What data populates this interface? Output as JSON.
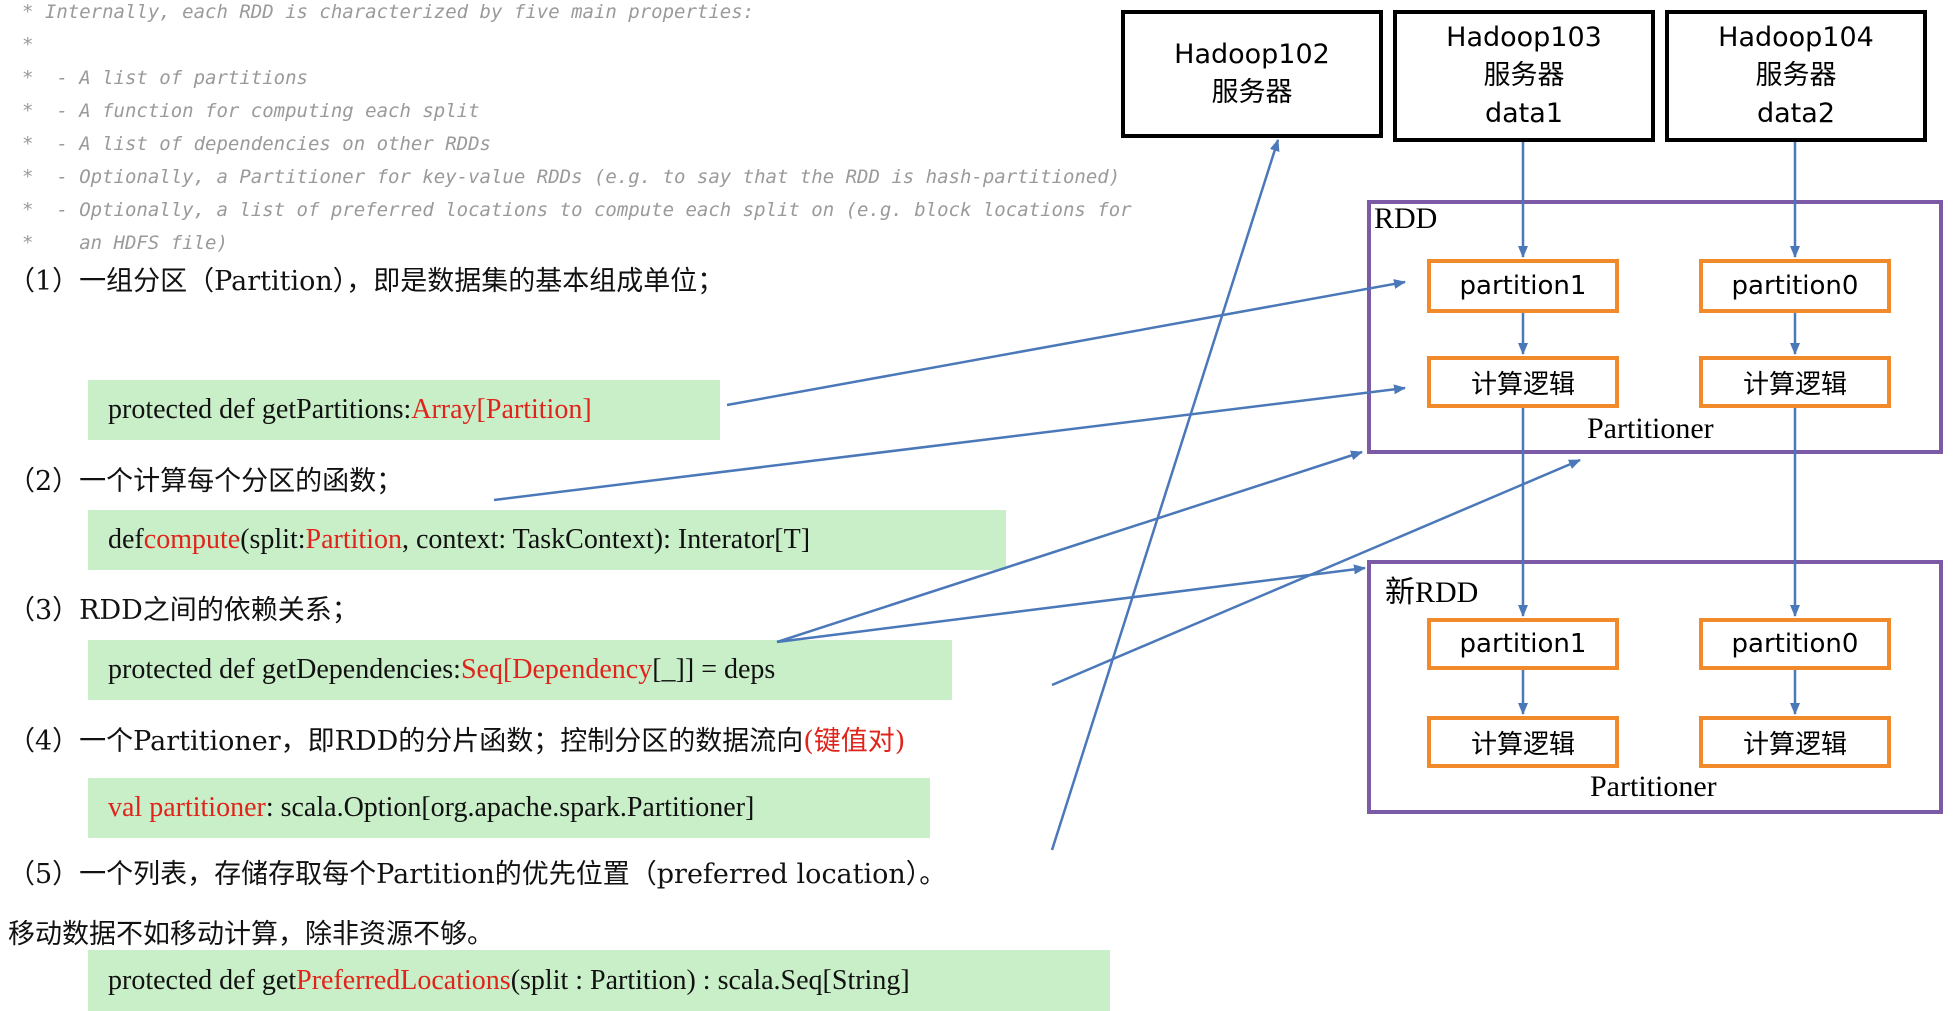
{
  "comment_lines": [
    "* Internally, each RDD is characterized by five main properties:",
    "*",
    "*  - A list of partitions",
    "*  - A function for computing each split",
    "*  - A list of dependencies on other RDDs",
    "*  - Optionally, a Partitioner for key-value RDDs (e.g. to say that the RDD is hash-partitioned)",
    "*  - Optionally, a list of preferred locations to compute each split on (e.g. block locations for",
    "*    an HDFS file)"
  ],
  "properties": [
    {
      "heading": "（1）一组分区（Partition），即是数据集的基本组成单位；",
      "code": {
        "p1": "protected def getPartitions:",
        "p2": "Array[Partition]"
      }
    },
    {
      "heading": "（2）一个计算每个分区的函数；",
      "code": {
        "p1": "def ",
        "p2": "compute",
        "p3": "(split: ",
        "p4": "Partition",
        "p5": ", context: TaskContext): Interator[T]"
      }
    },
    {
      "heading": "（3）RDD之间的依赖关系；",
      "code": {
        "p1": "protected def getDependencies: ",
        "p2": "Seq[Dependency",
        "p3": "[_]] = deps"
      }
    },
    {
      "heading_main": "（4）一个Partitioner，即RDD的分片函数；控制分区的数据流向",
      "heading_red": "(键值对)",
      "code": {
        "p1": "val partitioner",
        "p2": " : scala.Option[org.apache.spark.Partitioner]"
      }
    },
    {
      "heading": "（5）一个列表，存储存取每个Partition的优先位置（preferred location）。",
      "heading2": "移动数据不如移动计算，除非资源不够。",
      "code": {
        "p1": "protected def get",
        "p2": "PreferredLocations",
        "p3": "(split : Partition) : scala.Seq[String]"
      }
    }
  ],
  "servers": [
    {
      "name": "Hadoop102",
      "desc": "服务器",
      "data": ""
    },
    {
      "name": "Hadoop103",
      "desc": "服务器",
      "data": "data1"
    },
    {
      "name": "Hadoop104",
      "desc": "服务器",
      "data": "data2"
    }
  ],
  "rdd": {
    "label": "RDD",
    "partitions": [
      "partition1",
      "partition0"
    ],
    "logic": [
      "计算逻辑",
      "计算逻辑"
    ],
    "partitioner": "Partitioner"
  },
  "new_rdd": {
    "label": "新RDD",
    "partitions": [
      "partition1",
      "partition0"
    ],
    "logic": [
      "计算逻辑",
      "计算逻辑"
    ],
    "partitioner": "Partitioner"
  },
  "colors": {
    "code_bg": "#c9efc9",
    "code_red": "#e0241b",
    "rdd_border": "#7b5aa6",
    "partition_border": "#f08a2a",
    "arrow": "#4a78b8"
  }
}
